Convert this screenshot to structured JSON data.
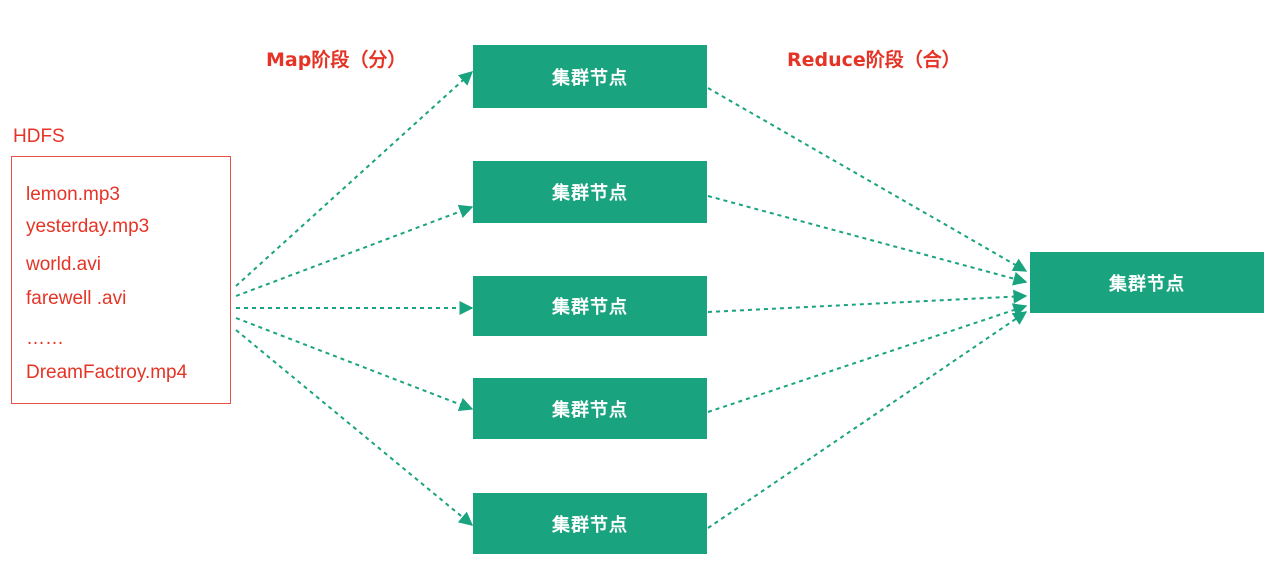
{
  "phases": {
    "map_label": "Map阶段（分）",
    "reduce_label": "Reduce阶段（合）"
  },
  "hdfs": {
    "title": "HDFS",
    "files": [
      "lemon.mp3",
      "yesterday.mp3",
      "world.avi",
      "farewell .avi",
      "……",
      "DreamFactroy.mp4"
    ]
  },
  "map_nodes": [
    {
      "label": "集群节点"
    },
    {
      "label": "集群节点"
    },
    {
      "label": "集群节点"
    },
    {
      "label": "集群节点"
    },
    {
      "label": "集群节点"
    }
  ],
  "reduce_node": {
    "label": "集群节点"
  },
  "colors": {
    "node_fill": "#1aa37f",
    "arrow": "#1aa37f",
    "accent_red": "#e53426",
    "hdfs_border": "#e8533f"
  }
}
